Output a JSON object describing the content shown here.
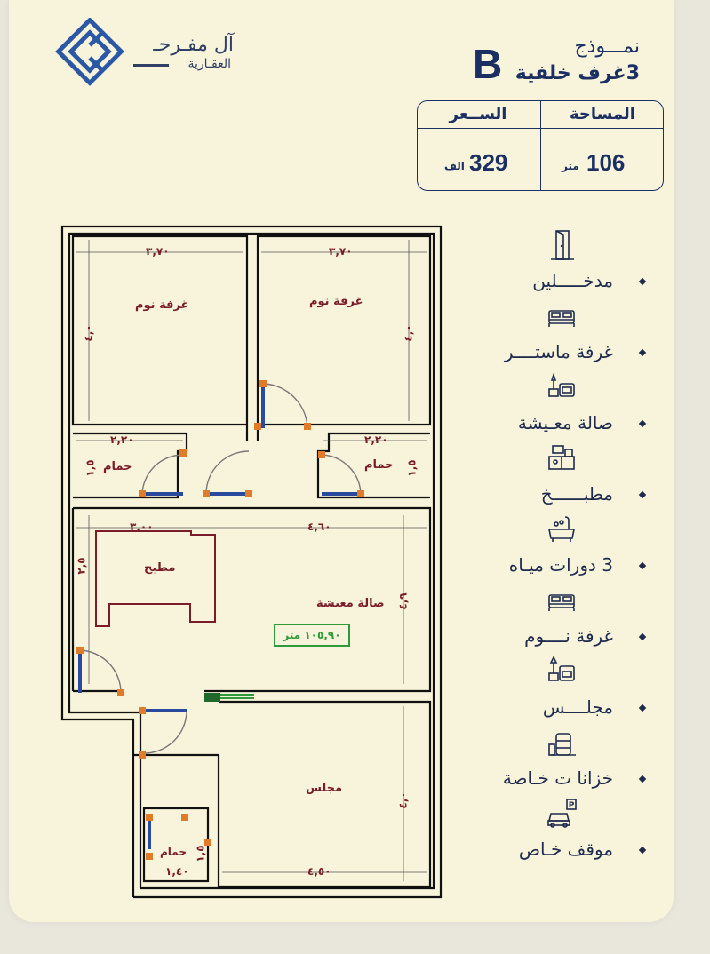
{
  "brand": {
    "name": "آل مفـرحـ",
    "subtitle": "العقـارية"
  },
  "model": {
    "letter": "B",
    "title": "نمـــوذج",
    "subtitle": "3غرف خلفية"
  },
  "specs": {
    "area_label": "المساحة",
    "area_value": "106",
    "area_unit": "متر",
    "price_label": "الســعر",
    "price_value": "329",
    "price_unit": "الف"
  },
  "features": [
    {
      "label": "مدخـــــلين",
      "icon": "door-icon"
    },
    {
      "label": "غرفة ماستــــر",
      "icon": "bed-icon"
    },
    {
      "label": "صالة معـيشة",
      "icon": "living-icon"
    },
    {
      "label": "مطبــــــخ",
      "icon": "kitchen-icon"
    },
    {
      "label": "3 دورات ميـاه",
      "icon": "bathtub-icon"
    },
    {
      "label": "غرفة نــــوم",
      "icon": "bed-icon"
    },
    {
      "label": "مجلــــس",
      "icon": "sofa-icon"
    },
    {
      "label": "خزانا ت خـاصة",
      "icon": "tank-icon"
    },
    {
      "label": "موقف خـاص",
      "icon": "parking-icon"
    }
  ],
  "plan": {
    "rooms": {
      "bedroom_left": "غرفة نوم",
      "bedroom_right": "غرفة نوم",
      "bath_left": "حمام",
      "bath_right": "حمام",
      "kitchen": "مطبخ",
      "living": "صالة معيشة",
      "majlis": "مجلس",
      "bath_small": "حمام"
    },
    "dims": {
      "bed_left_w": "٣,٧٠",
      "bed_right_w": "٣,٧٠",
      "bed_left_h": "٤,٠",
      "bed_right_h": "٤,٠",
      "bath_left_w": "٢,٢٠",
      "bath_right_w": "٢,٢٠",
      "bath_left_h": "١,٥",
      "bath_right_h": "١,٥",
      "kitchen_w": "٣,٠٠",
      "living_w": "٤,٦٠",
      "kitchen_h": "٢,٥",
      "living_h": "٤,٩",
      "majlis_h": "٤,٠",
      "majlis_w": "٤,٥٠",
      "bath_small_w": "١,٤٠",
      "bath_small_h": "١,٥"
    },
    "area_tag": "١٠٥,٩٠ متر"
  }
}
